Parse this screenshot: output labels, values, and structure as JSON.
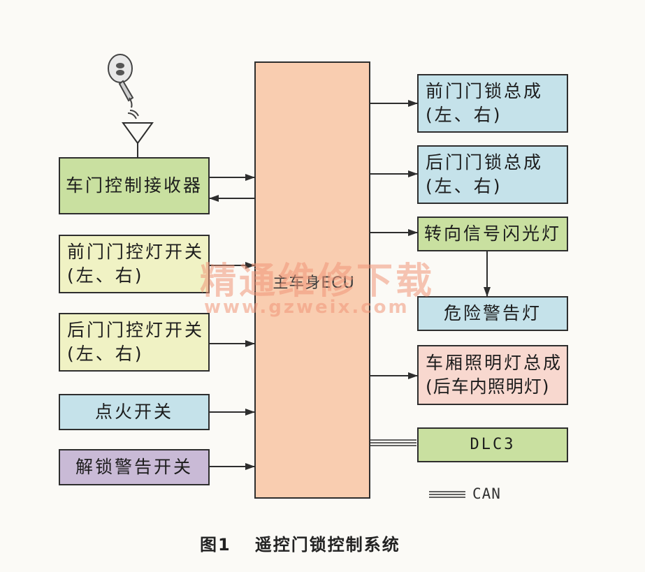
{
  "ecu": {
    "label": "主车身ECU"
  },
  "receiver": {
    "label": "车门控制接收器"
  },
  "inputs": [
    {
      "id": "front-door-switch",
      "line1": "前门门控灯开关",
      "line2": "(左、右)"
    },
    {
      "id": "rear-door-switch",
      "line1": "后门门控灯开关",
      "line2": "(左、右)"
    },
    {
      "id": "ignition-switch",
      "line1": "点火开关"
    },
    {
      "id": "unlock-warning-switch",
      "line1": "解锁警告开关"
    }
  ],
  "outputs": [
    {
      "id": "front-door-lock",
      "line1": "前门门锁总成",
      "line2": "(左、右)"
    },
    {
      "id": "rear-door-lock",
      "line1": "后门门锁总成",
      "line2": "(左、右)"
    },
    {
      "id": "turn-signal",
      "line1": "转向信号闪光灯"
    },
    {
      "id": "hazard-lamp",
      "line1": "危险警告灯"
    },
    {
      "id": "room-lamp",
      "line1": "车厢照明灯总成",
      "line2": "(后车内照明灯)"
    },
    {
      "id": "dlc3",
      "line1": "DLC3"
    }
  ],
  "legend": {
    "can_label": "CAN"
  },
  "caption": {
    "number": "图1",
    "title": "遥控门锁控制系统"
  },
  "watermark": {
    "text": "精通维修下载",
    "url": "www.gzweix.com"
  },
  "colors": {
    "ecu": "#f9cdb0",
    "green": "#c9e0a0",
    "yellow_green": "#f0f2c4",
    "blue": "#c5e2ea",
    "pink": "#f8d8cf",
    "purple": "#c9bad6",
    "line": "#2e2e2e"
  }
}
